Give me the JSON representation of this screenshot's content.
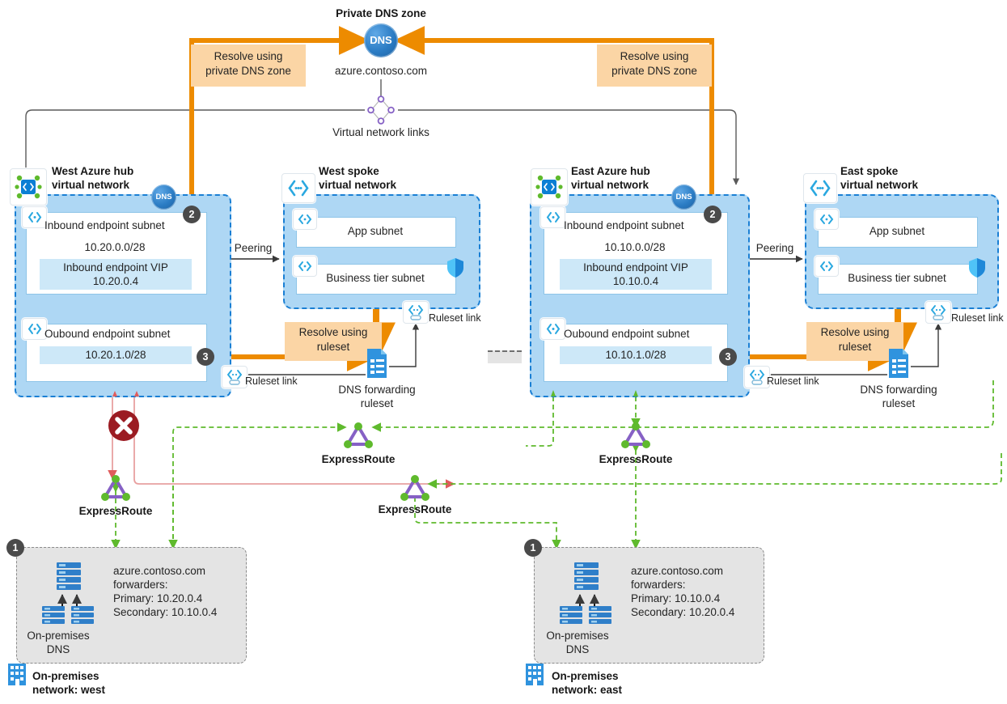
{
  "diagram": {
    "title": "Azure DNS Private Resolver hub-and-spoke multi-region architecture",
    "colors": {
      "orange": "#ED8B00",
      "orange_banner": "#FBD5A5",
      "vnet_fill": "#AED7F4",
      "vnet_border": "#1A7FD4",
      "subnet_highlight": "#CDE8F8",
      "green": "#5FBA2D",
      "red": "#E8A0A0",
      "red_x": "#9B1B22",
      "purple": "#8661C5",
      "gray_line": "#5A5A5A",
      "onprem_fill": "#E4E4E4",
      "badge": "#4A4A4A"
    }
  },
  "private_dns_zone": {
    "title": "Private DNS zone",
    "icon_label": "DNS",
    "zone_name": "azure.contoso.com",
    "vnet_links_label": "Virtual network links"
  },
  "resolve_banners": {
    "private_zone_west": "Resolve using\nprivate DNS zone",
    "private_zone_west_line1": "Resolve using",
    "private_zone_west_line2": "private DNS zone",
    "private_zone_east_line1": "Resolve using",
    "private_zone_east_line2": "private DNS zone",
    "ruleset_west_line1": "Resolve using",
    "ruleset_west_line2": "ruleset",
    "ruleset_east_line1": "Resolve using",
    "ruleset_east_line2": "ruleset"
  },
  "west_hub": {
    "title_line1": "West Azure hub",
    "title_line2": "virtual network",
    "dns_badge": "DNS",
    "step_badge_inbound": "2",
    "step_badge_outbound": "3",
    "inbound": {
      "name": "Inbound endpoint subnet",
      "cidr": "10.20.0.0/28",
      "vip_label": "Inbound endpoint VIP",
      "vip_address": "10.20.0.4"
    },
    "outbound": {
      "name": "Oubound endpoint subnet",
      "cidr": "10.20.1.0/28"
    },
    "ruleset_link_label": "Ruleset link",
    "peering_label": "Peering"
  },
  "east_hub": {
    "title_line1": "East Azure hub",
    "title_line2": "virtual network",
    "dns_badge": "DNS",
    "step_badge_inbound": "2",
    "step_badge_outbound": "3",
    "inbound": {
      "name": "Inbound endpoint subnet",
      "cidr": "10.10.0.0/28",
      "vip_label": "Inbound endpoint VIP",
      "vip_address": "10.10.0.4"
    },
    "outbound": {
      "name": "Oubound endpoint subnet",
      "cidr": "10.10.1.0/28"
    },
    "ruleset_link_label": "Ruleset link",
    "peering_label": "Peering"
  },
  "west_spoke": {
    "title_line1": "West spoke",
    "title_line2": "virtual network",
    "app_subnet": "App subnet",
    "business_subnet": "Business tier subnet",
    "ruleset_link_label": "Ruleset link",
    "forwarding_ruleset_line1": "DNS forwarding",
    "forwarding_ruleset_line2": "ruleset"
  },
  "east_spoke": {
    "title_line1": "East spoke",
    "title_line2": "virtual network",
    "app_subnet": "App subnet",
    "business_subnet": "Business tier subnet",
    "ruleset_link_label": "Ruleset link",
    "forwarding_ruleset_line1": "DNS forwarding",
    "forwarding_ruleset_line2": "ruleset"
  },
  "expressroute": {
    "label": "ExpressRoute",
    "instances": [
      {
        "id": "west-upper",
        "label": "ExpressRoute"
      },
      {
        "id": "west-lower",
        "label": "ExpressRoute"
      },
      {
        "id": "east-lower",
        "label": "ExpressRoute"
      },
      {
        "id": "east-upper",
        "label": "ExpressRoute"
      }
    ]
  },
  "onprem_west": {
    "step_badge": "1",
    "dns_label_line1": "On-premises",
    "dns_label_line2": "DNS",
    "forwarders_line1": "azure.contoso.com",
    "forwarders_line2": "forwarders:",
    "forwarders_line3": "Primary: 10.20.0.4",
    "forwarders_line4": "Secondary: 10.10.0.4",
    "network_line1": "On-premises",
    "network_line2": "network: west"
  },
  "onprem_east": {
    "step_badge": "1",
    "dns_label_line1": "On-premises",
    "dns_label_line2": "DNS",
    "forwarders_line1": "azure.contoso.com",
    "forwarders_line2": "forwarders:",
    "forwarders_line3": "Primary: 10.10.0.4",
    "forwarders_line4": "Secondary: 10.20.0.4",
    "network_line1": "On-premises",
    "network_line2": "network: east"
  }
}
